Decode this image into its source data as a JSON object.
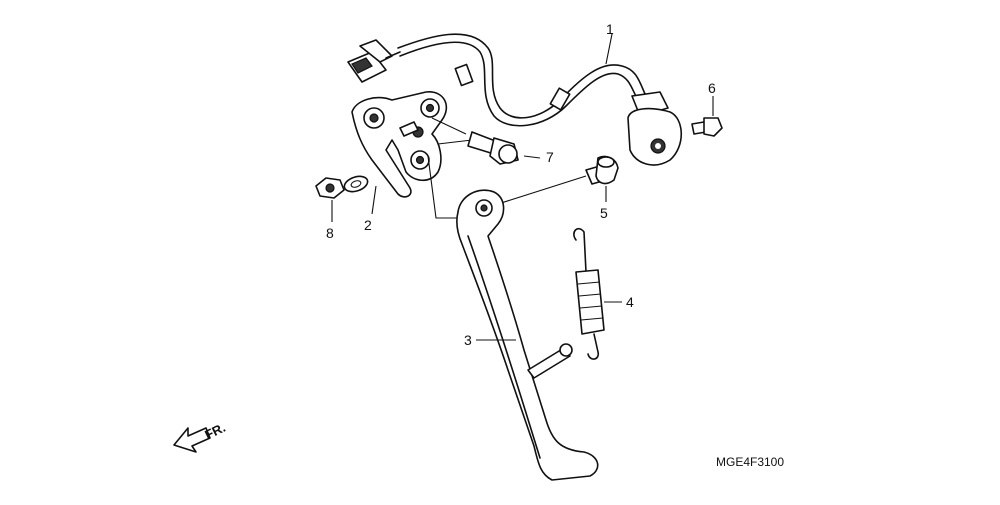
{
  "diagram": {
    "code": "MGE4F3100",
    "direction_label": "FR.",
    "callouts": [
      {
        "id": "1",
        "label": "1"
      },
      {
        "id": "2",
        "label": "2"
      },
      {
        "id": "3",
        "label": "3"
      },
      {
        "id": "4",
        "label": "4"
      },
      {
        "id": "5",
        "label": "5"
      },
      {
        "id": "6",
        "label": "6"
      },
      {
        "id": "7",
        "label": "7"
      },
      {
        "id": "8",
        "label": "8"
      }
    ]
  }
}
